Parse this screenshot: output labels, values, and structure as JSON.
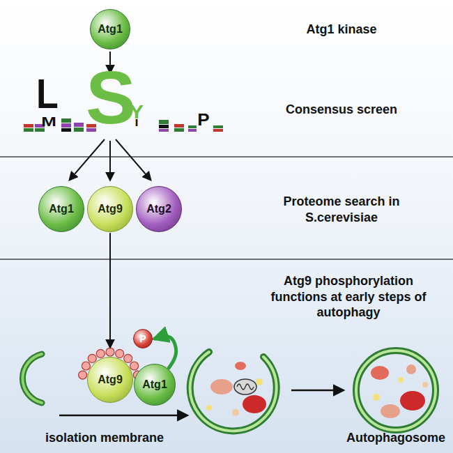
{
  "diagram": {
    "nodes": [
      {
        "text": [
          "Atg1"
        ]
      },
      {
        "text": [
          "Atg1"
        ]
      },
      {
        "text": [
          "Atg9"
        ]
      },
      {
        "text": [
          "Atg2"
        ]
      },
      {
        "text": [
          "Atg9"
        ]
      },
      {
        "text": [
          "Atg1"
        ]
      },
      {
        "text": [
          "P"
        ]
      }
    ],
    "edges": [
      {
        "from": 2,
        "to": 4,
        "arrow": "to"
      },
      {
        "from": 5,
        "to": 6,
        "arrow": "to"
      }
    ],
    "labels": [
      "Atg1 kinase",
      "Consensus screen",
      "Proteome search in S.cerevisiae",
      "Atg9 phosphorylation functions at early steps of autophagy",
      "isolation membrane",
      "Autophagosome",
      "L",
      "M",
      "S",
      "Y",
      "I",
      "P"
    ]
  }
}
